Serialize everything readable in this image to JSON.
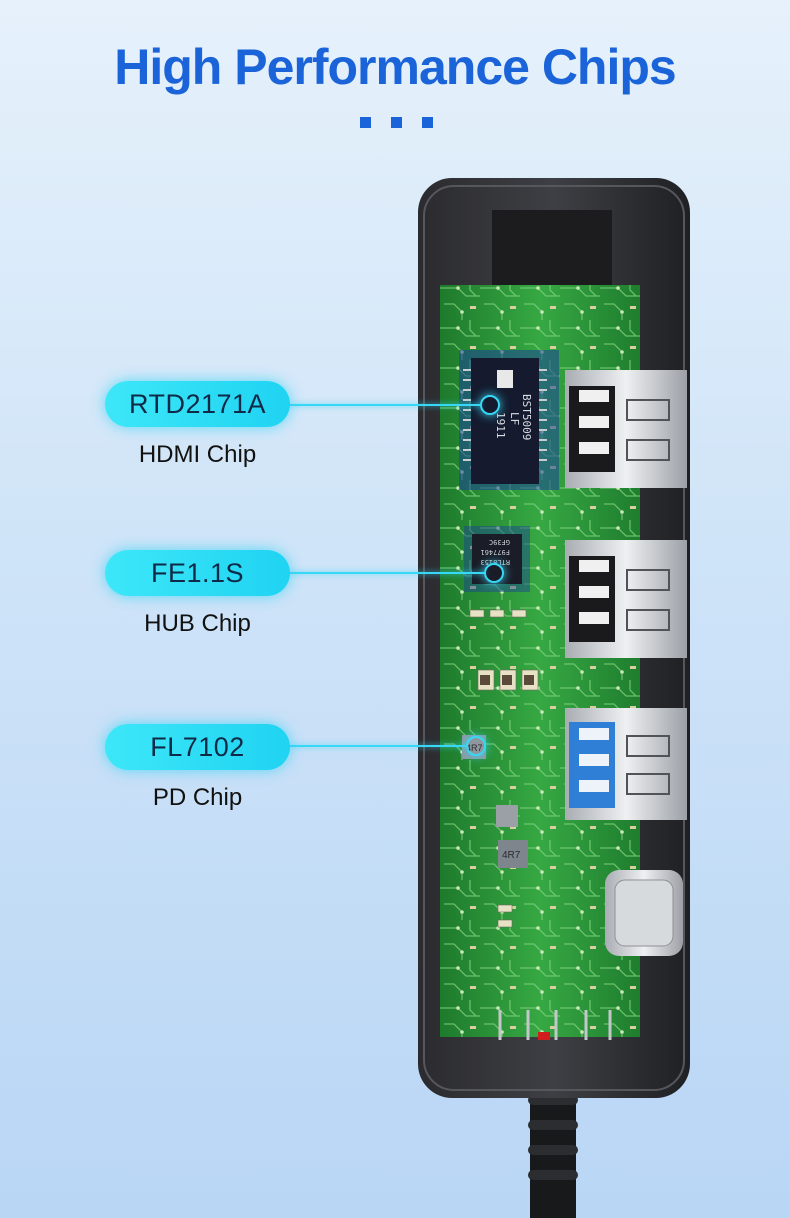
{
  "title": "High Performance Chips",
  "chips": [
    {
      "model": "RTD2171A",
      "description": "HDMI Chip"
    },
    {
      "model": "FE1.1S",
      "description": "HUB Chip"
    },
    {
      "model": "FL7102",
      "description": "PD Chip"
    }
  ],
  "board_markings": {
    "hdmi_chip_lines": [
      "BST5009",
      "LF",
      "1911"
    ],
    "hub_chip_lines": [
      "RTL8153",
      "F977461",
      "GF39C"
    ],
    "inductor_small": "4R7",
    "inductor_large": "4R7"
  },
  "colors": {
    "title": "#1a63d8",
    "pill": "#2adcf5",
    "pcb": "#2f9a3a",
    "usb_blue": "#2f7fd6"
  }
}
